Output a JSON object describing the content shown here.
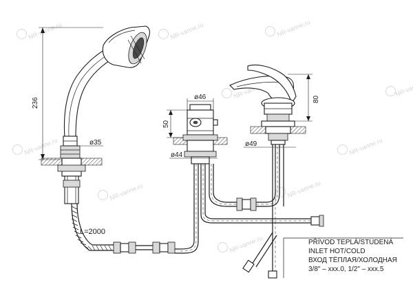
{
  "dimensions": {
    "shower_height": "236",
    "shower_base_diameter": "ø35",
    "diverter_diameter": "ø46",
    "diverter_height": "50",
    "diverter_base_diameter": "ø44",
    "mixer_height": "80",
    "mixer_base_diameter": "ø49",
    "hose_length": "L=2000"
  },
  "inlet_note": {
    "line_cz": "PŘÍVOD TEPLÁ/STUDENÁ",
    "line_en": "INLET HOT/COLD",
    "line_ru": "ВХОД ТЁПЛАЯ/ХОЛОДНАЯ",
    "line_sizes": "3/8\" – xxx.0, 1/2\" – xxx.5"
  },
  "watermark": {
    "text": "NR-vanne.ru"
  },
  "icons": [
    "shower-head-icon",
    "watermark-logo-icon"
  ]
}
